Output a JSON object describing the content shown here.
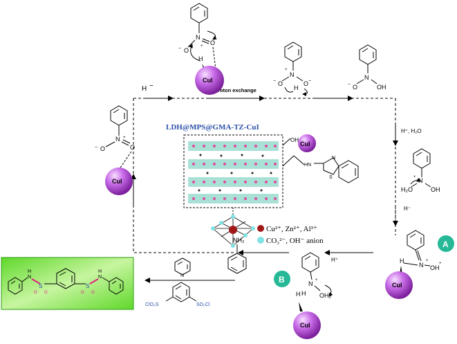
{
  "catalyst": {
    "sphere_label": "CuI",
    "title": "LDH@MPS@GMA-TZ-CuI",
    "oh": "OH"
  },
  "reagents": {
    "hydride": "H",
    "minus": "−",
    "proton_exchange": "Proton exchange",
    "h_plus_h2o": "H⁺, H₂O",
    "h_minus": "H⁻",
    "h_plus": "H⁺"
  },
  "atoms": {
    "N": "N",
    "O": "O",
    "H": "H",
    "S": "S",
    "NH2": "NH₂",
    "OH": "OH",
    "H2O": "H₂O",
    "OH2": "OH₂",
    "NH": "H",
    "ClO2S": "ClO₂S",
    "SO2Cl": "SO₂Cl",
    "plus": "+",
    "minus": "−"
  },
  "legend": {
    "cations": "Cu²⁺, Zn²⁺, Al³⁺",
    "anions": "CO₃²⁻, OH⁻ anion"
  },
  "intermediates": {
    "A": "A",
    "B": "B"
  },
  "colors": {
    "sphere": "#c060e0",
    "title": "#2a4fa8",
    "product_bg": "#7ee040",
    "label_circle": "#26b897",
    "cation_dot": "#a01818",
    "anion_dot": "#7fe3e3",
    "sulfonyl": "#e0207a"
  }
}
